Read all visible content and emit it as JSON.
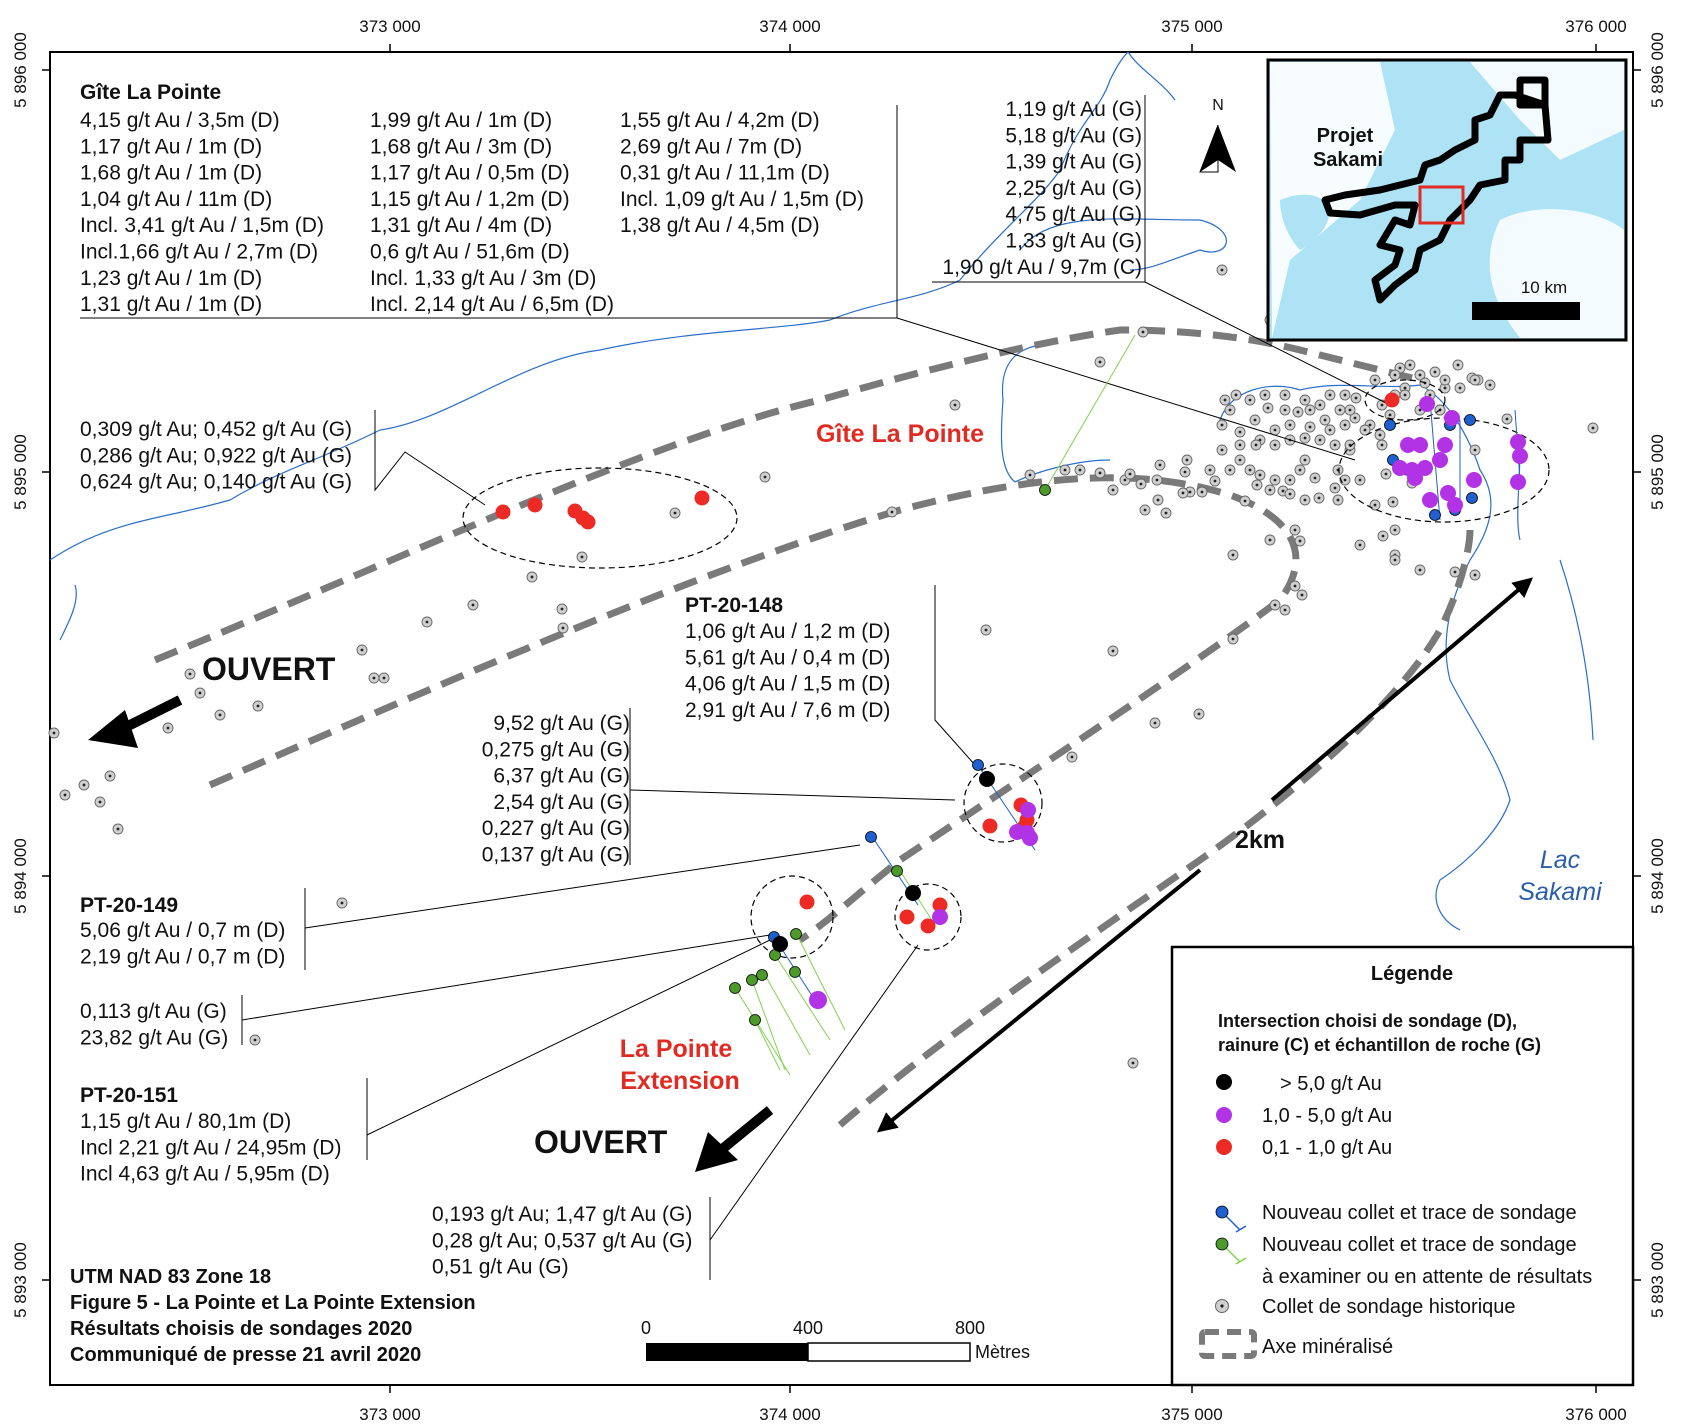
{
  "axes": {
    "x_ticks": [
      "373 000",
      "374 000",
      "375 000",
      "376 000"
    ],
    "y_ticks": [
      "5 896 000",
      "5 895 000",
      "5 894 000",
      "5 893 000"
    ]
  },
  "gite_block": {
    "title": "Gîte La Pointe",
    "col1": [
      "4,15 g/t Au / 3,5m (D)",
      "1,17 g/t Au / 1m (D)",
      "1,68 g/t Au / 1m (D)",
      "1,04 g/t Au / 11m (D)",
      "Incl. 3,41 g/t Au / 1,5m (D)",
      "Incl.1,66 g/t Au / 2,7m (D)",
      "1,23 g/t Au / 1m (D)",
      "1,31 g/t Au / 1m (D)"
    ],
    "col2": [
      "1,99 g/t Au / 1m (D)",
      "1,68 g/t Au / 3m (D)",
      "1,17 g/t Au / 0,5m (D)",
      "1,15 g/t Au / 1,2m (D)",
      "1,31 g/t Au / 4m (D)",
      "0,6 g/t Au / 51,6m (D)",
      "Incl. 1,33 g/t Au / 3m (D)",
      "Incl. 2,14 g/t Au / 6,5m (D)"
    ],
    "col3": [
      "1,55 g/t Au / 4,2m (D)",
      "2,69 g/t Au / 7m (D)",
      "0,31 g/t Au / 11,1m (D)",
      "Incl. 1,09 g/t Au / 1,5m (D)",
      "1,38 g/t Au / 4,5m (D)"
    ]
  },
  "ne_block": [
    "1,19 g/t Au (G)",
    "5,18 g/t Au (G)",
    "1,39 g/t Au (G)",
    "2,25 g/t Au (G)",
    "4,75 g/t Au (G)",
    "1,33 g/t Au (G)",
    "1,90 g/t Au / 9,7m (C)"
  ],
  "west_block": [
    "0,309 g/t Au; 0,452 g/t Au (G)",
    "0,286 g/t Au; 0,922 g/t Au (G)",
    "0,624 g/t Au; 0,140 g/t Au (G)"
  ],
  "pt148": {
    "title": "PT-20-148",
    "lines": [
      "1,06 g/t Au / 1,2 m (D)",
      "5,61 g/t Au / 0,4 m (D)",
      "4,06 g/t Au / 1,5 m (D)",
      "2,91 g/t Au / 7,6 m (D)"
    ]
  },
  "mid_block": [
    "9,52 g/t Au (G)",
    "0,275 g/t Au (G)",
    "6,37 g/t Au (G)",
    "2,54 g/t Au (G)",
    "0,227 g/t Au (G)",
    "0,137 g/t Au (G)"
  ],
  "pt149": {
    "title": "PT-20-149",
    "lines": [
      "5,06 g/t Au / 0,7 m (D)",
      "2,19 g/t Au / 0,7 m (D)"
    ]
  },
  "sw_block": [
    "0,113 g/t Au (G)",
    "23,82 g/t Au (G)"
  ],
  "pt151": {
    "title": "PT-20-151",
    "lines": [
      "1,15 g/t Au / 80,1m (D)",
      "Incl 2,21 g/t Au / 24,95m (D)",
      "Incl 4,63 g/t Au / 5,95m (D)"
    ]
  },
  "south_block": [
    "0,193 g/t Au; 1,47 g/t Au (G)",
    "0,28 g/t Au; 0,537 g/t Au (G)",
    "0,51 g/t Au (G)"
  ],
  "map_labels": {
    "gite": "Gîte La Pointe",
    "extension_1": "La Pointe",
    "extension_2": "Extension",
    "ouvert_1": "OUVERT",
    "ouvert_2": "OUVERT",
    "lac_1": "Lac",
    "lac_2": "Sakami",
    "dist": "2km"
  },
  "footer": [
    "UTM NAD 83 Zone 18",
    "Figure 5 - La Pointe et La Pointe Extension",
    "Résultats choisis de sondages 2020",
    "Communiqué de presse 21 avril 2020"
  ],
  "scalebar": {
    "t0": "0",
    "t1": "400",
    "t2": "800",
    "unit": "Mètres"
  },
  "inset": {
    "north": "N",
    "label_1": "Projet",
    "label_2": "Sakami",
    "scale": "10 km"
  },
  "legend": {
    "title": "Légende",
    "subtitle_1": "Intersection choisi de sondage (D),",
    "subtitle_2": "rainure (C) et échantillon de roche (G)",
    "classes": [
      {
        "label": "> 5,0 g/t Au",
        "color": "#000000"
      },
      {
        "label": "1,0 - 5,0 g/t Au",
        "color": "#b233e6"
      },
      {
        "label": "0,1 - 1,0 g/t Au",
        "color": "#ee2a24"
      }
    ],
    "new_collar": "Nouveau collet et trace de sondage",
    "pending_1": "Nouveau collet et trace de sondage",
    "pending_2": "à examiner ou en attente de résultats",
    "historic": "Collet de sondage historique",
    "axis": "Axe minéralisé"
  },
  "colors": {
    "water": "#2a6fc9",
    "blue_collar": "#1f5fd0",
    "green_collar": "#4c9a2a",
    "axis": "#7a7a7a",
    "label_red": "#e12b22",
    "lac": "#2a5ea8"
  }
}
